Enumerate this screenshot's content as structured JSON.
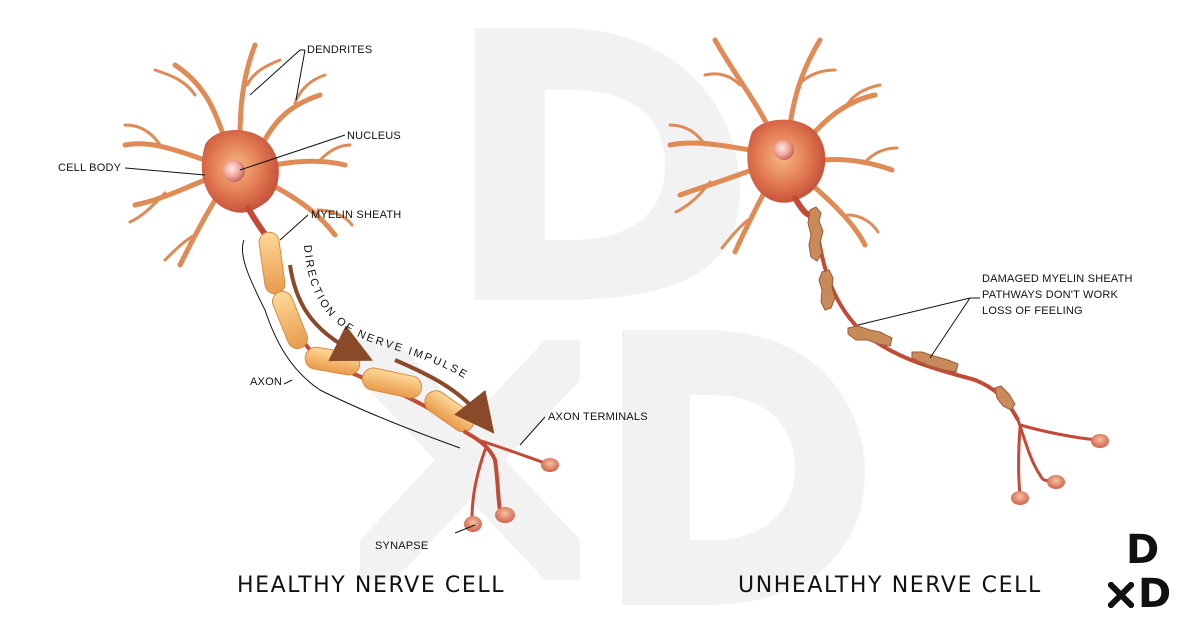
{
  "colors": {
    "background": "#ffffff",
    "watermark": "#f2f2f2",
    "neuron_red": "#c9503a",
    "neuron_dark": "#a83a2a",
    "dendrite_orange": "#e08a55",
    "myelin": "#f3b96a",
    "myelin_damaged": "#c98a5a",
    "arrow": "#8a4a2a",
    "text": "#111111"
  },
  "labels": {
    "dendrites": "DENDRITES",
    "nucleus": "NUCLEUS",
    "cell_body": "CELL BODY",
    "myelin_sheath": "MYELIN SHEATH",
    "direction": "DIRECTION OF NERVE IMPULSE",
    "axon": "AXON",
    "axon_terminals": "AXON TERMINALS",
    "synapse": "SYNAPSE",
    "damaged_line1": "DAMAGED MYELIN SHEATH",
    "damaged_line2": "PATHWAYS DON'T WORK",
    "damaged_line3": "LOSS OF FEELING"
  },
  "captions": {
    "healthy": "HEALTHY NERVE CELL",
    "unhealthy": "UNHEALTHY NERVE CELL"
  },
  "logo": {
    "top": "D",
    "bottom": "D",
    "icon": "x-mark-icon"
  }
}
